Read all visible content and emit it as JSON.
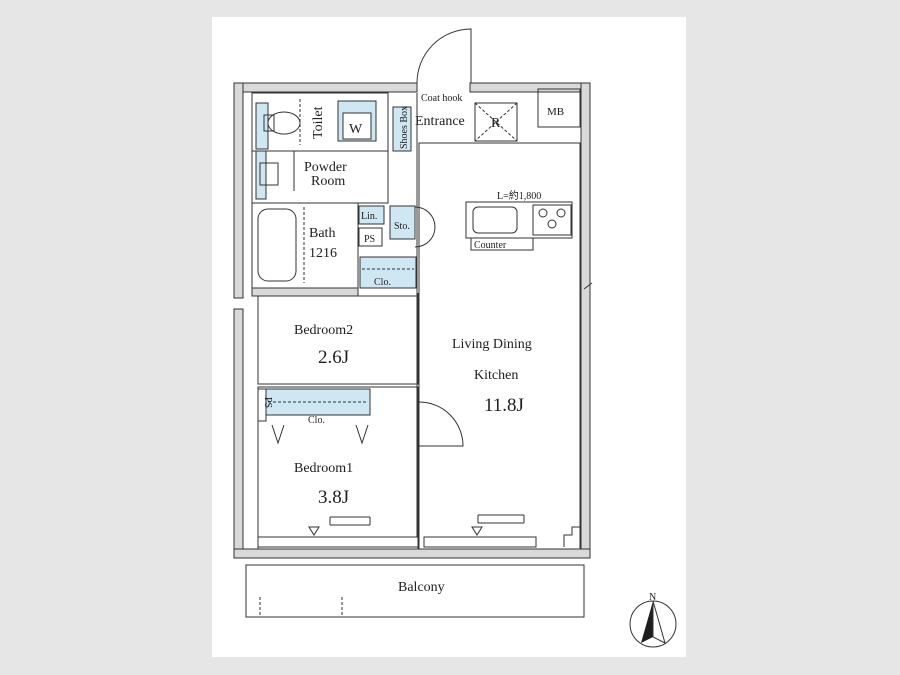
{
  "rooms": {
    "toilet": "Toilet",
    "washer": "W",
    "shoes_box": "Shoes Box",
    "coat_hook": "Coat hook",
    "entrance": "Entrance",
    "refrigerator": "R",
    "meter_box": "MB",
    "powder_room_line1": "Powder",
    "powder_room_line2": "Room",
    "linen": "Lin.",
    "pipe_space": "PS",
    "storage": "Sto.",
    "bath": "Bath",
    "bath_size": "1216",
    "closet_bath": "Clo.",
    "kitchen_length": "L=約1,800",
    "counter": "Counter",
    "bedroom2": "Bedroom2",
    "bedroom2_size": "2.6J",
    "ldk_line1": "Living Dining",
    "ldk_line2": "Kitchen",
    "ldk_size": "11.8J",
    "pipe_space_bedroom": "PS",
    "closet_bedroom1": "Clo.",
    "bedroom1": "Bedroom1",
    "bedroom1_size": "3.8J",
    "balcony": "Balcony",
    "compass": "N"
  },
  "colors": {
    "fixture_blue": "#cfe6f3",
    "wall_gray": "#d9d9d9",
    "line": "#333333"
  }
}
